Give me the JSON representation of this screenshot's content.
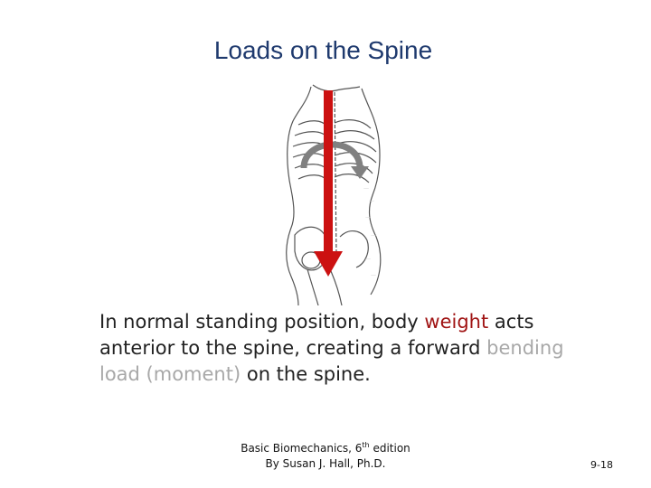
{
  "slide": {
    "title": "Loads on the Spine",
    "body": {
      "part1": "In normal standing position, body ",
      "weight": "weight",
      "part2": " acts anterior to the spine, creating a forward ",
      "bending_load": "bending load (moment)",
      "part3": " on the spine."
    },
    "footer": {
      "line1_prefix": "Basic Biomechanics, 6",
      "line1_sup": "th",
      "line1_suffix": " edition",
      "line2": "By Susan J. Hall, Ph.D."
    },
    "slide_number": "9-18"
  },
  "figure": {
    "arrow_color": "#cc1111",
    "moment_arrow_color": "#808080",
    "illustration_color": "#555555"
  },
  "colors": {
    "title": "#1f3a6e",
    "weight_highlight": "#a01414",
    "bending_highlight": "#a8a8a8",
    "text": "#222222"
  }
}
